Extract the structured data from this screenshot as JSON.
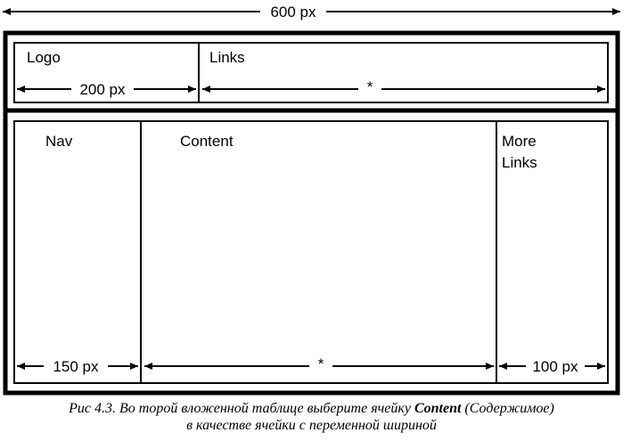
{
  "outer_width": "600 px",
  "header": {
    "logo": {
      "label": "Logo",
      "width": "200 px"
    },
    "links": {
      "label": "Links",
      "width": "*"
    }
  },
  "body": {
    "nav": {
      "label": "Nav",
      "width": "150 px"
    },
    "content": {
      "label": "Content",
      "width": "*"
    },
    "more_links": {
      "label_line1": "More",
      "label_line2": "Links",
      "width": "100 px"
    }
  },
  "caption": {
    "line1_before": "Рис 4.3. Во торой вложенной таблице выберите ячейку ",
    "line1_bold": "Content",
    "line1_after": " (Содержимое)",
    "line2": "в качестве ячейки с переменной шириной"
  }
}
